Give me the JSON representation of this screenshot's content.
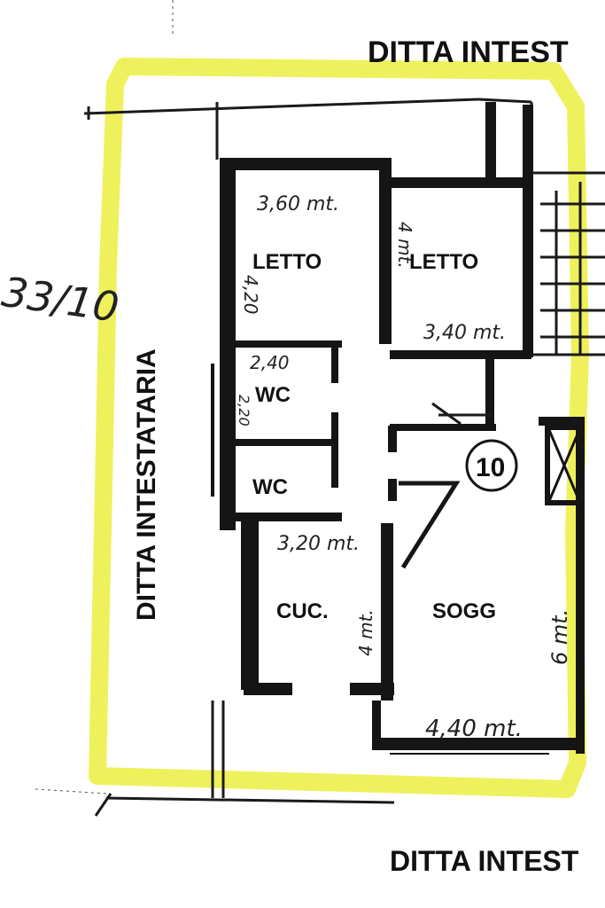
{
  "labels": {
    "top_neighbor": "DITTA INTEST",
    "bottom_neighbor": "DITTA INTEST",
    "left_neighbor": "DITTA INTESTATARIA",
    "lot_ref": "33/10",
    "unit_number": "10"
  },
  "rooms": {
    "bed1": {
      "name": "LETTO",
      "width": "3,60 mt.",
      "depth": "4,20"
    },
    "bed2": {
      "name": "LETTO",
      "width": "3,40 mt.",
      "depth": "4 mt."
    },
    "wc1": {
      "name": "WC",
      "width": "2,40",
      "depth": "2,20"
    },
    "wc2": {
      "name": "WC"
    },
    "kitchen": {
      "name": "CUC.",
      "width": "3,20 mt.",
      "depth": "4 mt."
    },
    "living": {
      "name": "SOGG",
      "width": "4,40 mt.",
      "depth": "6 mt."
    }
  },
  "colors": {
    "highlight": "#ecf04a",
    "ink": "#151515"
  }
}
